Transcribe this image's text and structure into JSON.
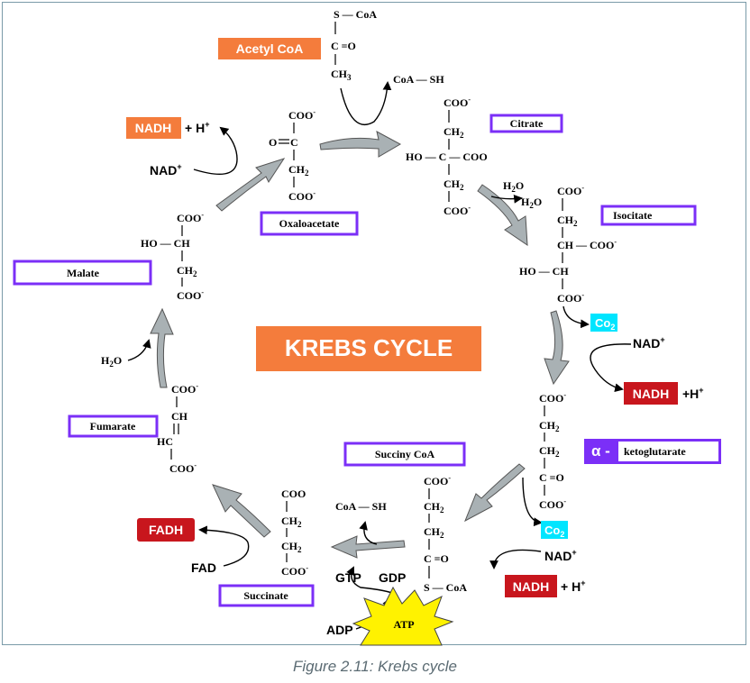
{
  "title": "KREBS CYCLE",
  "caption": "Figure 2.11: Krebs cycle",
  "colors": {
    "title_bg": "#f47c3c",
    "acetyl_bg": "#f47c3c",
    "nadh_orange": "#f47c3c",
    "nadh_red": "#c8161d",
    "fadh_red": "#c8161d",
    "co2_cyan": "#00e5ff",
    "label_border": "#7b2ff7",
    "arrow_fill": "#a9b1b4",
    "atp_burst": "#fff200"
  },
  "labels": {
    "acetyl_coa": "Acetyl CoA",
    "citrate": "Citrate",
    "isocitate": "Isocitate",
    "alpha": "α -",
    "ketoglutarate": "ketoglutarate",
    "succiny_coa": "Succiny CoA",
    "succinate": "Succinate",
    "fumarate": "Fumarate",
    "malate": "Malate",
    "oxaloacetate": "Oxaloacetate"
  },
  "cofactors": {
    "nadh": "NADH",
    "h_plus_prefix": "+ H",
    "h_plus_short": "+H",
    "nad": "NAD",
    "plus": "+",
    "fadh": "FADH",
    "fad": "FAD",
    "co2": "Co",
    "co2_sub": "2",
    "gtp": "GTP",
    "gdp": "GDP",
    "adp": "ADP",
    "atp": "ATP",
    "coa_sh": "CoA — SH",
    "h2o": "H",
    "h2o_sub": "2",
    "h2o_o": "O"
  },
  "chem": {
    "s_coa": "S — CoA",
    "c_eq_o": "C =O",
    "ch3": "CH",
    "coo": "COO",
    "c": "C",
    "ch2": "CH",
    "ch": "CH",
    "hc": "HC",
    "ho_c": "HO — C — COO",
    "ho_ch": "HO — CH",
    "ch_coo": "CH — COO",
    "o_eq": "O",
    "coa": "S — CoA"
  }
}
